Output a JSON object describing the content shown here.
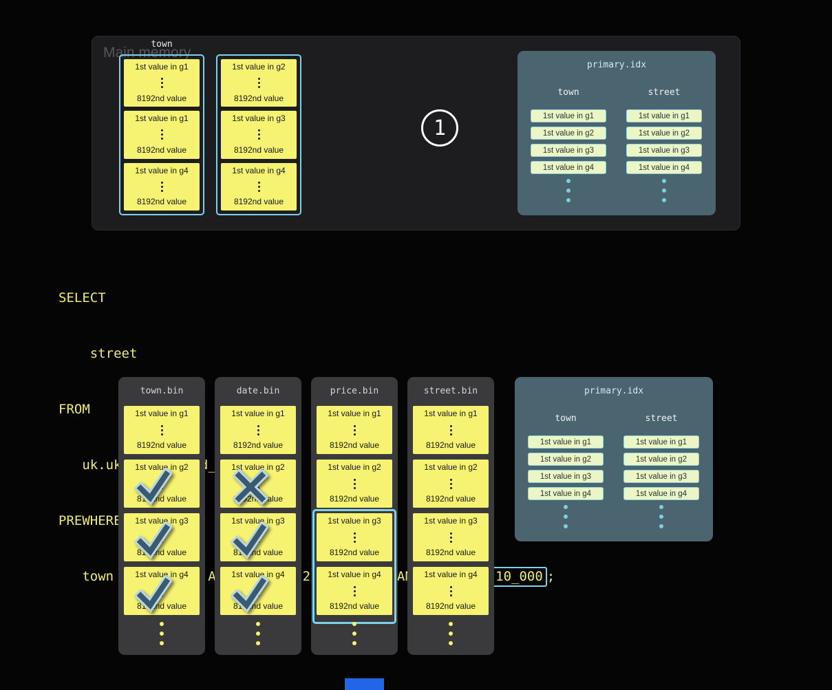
{
  "memory_box": {
    "label": "Main memory",
    "step": "1",
    "column_label": "town",
    "stacks": [
      {
        "granules": [
          {
            "first": "1st value in g1",
            "last": "8192nd value"
          },
          {
            "first": "1st value in g1",
            "last": "8192nd value"
          },
          {
            "first": "1st value in g4",
            "last": "8192nd value"
          }
        ]
      },
      {
        "granules": [
          {
            "first": "1st value in g2",
            "last": "8192nd value"
          },
          {
            "first": "1st value in g3",
            "last": "8192nd value"
          },
          {
            "first": "1st value in g4",
            "last": "8192nd value"
          }
        ]
      }
    ]
  },
  "primary_index": {
    "title": "primary.idx",
    "columns": [
      {
        "name": "town",
        "entries": [
          "1st value in g1",
          "1st value in g2",
          "1st value in g3",
          "1st value in g4"
        ]
      },
      {
        "name": "street",
        "entries": [
          "1st value in g1",
          "1st value in g2",
          "1st value in g3",
          "1st value in g4"
        ]
      }
    ]
  },
  "query": {
    "lines": [
      "SELECT",
      "    street",
      "FROM",
      "   uk.uk_price_paid_simple",
      "PREWHERE"
    ],
    "final_line": {
      "prefix": "   town = 'LONDON' AND date > '2024-12-31' AND ",
      "highlight": "price < 10_000",
      "suffix": ";"
    }
  },
  "disk": {
    "columns": [
      {
        "name": "town.bin",
        "granules": [
          {
            "first": "1st value in g1",
            "last": "8192nd value",
            "mark": "none"
          },
          {
            "first": "1st value in g2",
            "last": "8192nd value",
            "mark": "check"
          },
          {
            "first": "1st value in g3",
            "last": "8192nd value",
            "mark": "check"
          },
          {
            "first": "1st value in g4",
            "last": "8192nd value",
            "mark": "check"
          }
        ]
      },
      {
        "name": "date.bin",
        "granules": [
          {
            "first": "1st value in g1",
            "last": "8192nd value",
            "mark": "none"
          },
          {
            "first": "1st value in g2",
            "last": "8192nd value",
            "mark": "cross"
          },
          {
            "first": "1st value in g3",
            "last": "8192nd value",
            "mark": "check"
          },
          {
            "first": "1st value in g4",
            "last": "8192nd value",
            "mark": "check"
          }
        ]
      },
      {
        "name": "price.bin",
        "selection": "g3-g4",
        "granules": [
          {
            "first": "1st value in g1",
            "last": "8192nd value",
            "mark": "none"
          },
          {
            "first": "1st value in g2",
            "last": "8192nd value",
            "mark": "none"
          },
          {
            "first": "1st value in g3",
            "last": "8192nd value",
            "mark": "none"
          },
          {
            "first": "1st value in g4",
            "last": "8192nd value",
            "mark": "none"
          }
        ]
      },
      {
        "name": "street.bin",
        "granules": [
          {
            "first": "1st value in g1",
            "last": "8192nd value",
            "mark": "none"
          },
          {
            "first": "1st value in g2",
            "last": "8192nd value",
            "mark": "none"
          },
          {
            "first": "1st value in g3",
            "last": "8192nd value",
            "mark": "none"
          },
          {
            "first": "1st value in g4",
            "last": "8192nd value",
            "mark": "none"
          }
        ]
      }
    ]
  },
  "colors": {
    "accent_cyan": "#7ed3ec",
    "granule_yellow": "#f6f272",
    "index_box_bg": "#4a6470",
    "index_pill_bg": "#ecf5c5",
    "query_text": "#f0ec6d",
    "mark_core": "#3b5a6f",
    "mark_halo": "#b8d7e4",
    "teal_dot": "#7ecfdf",
    "bottom_bar_blue": "#2166e8"
  }
}
